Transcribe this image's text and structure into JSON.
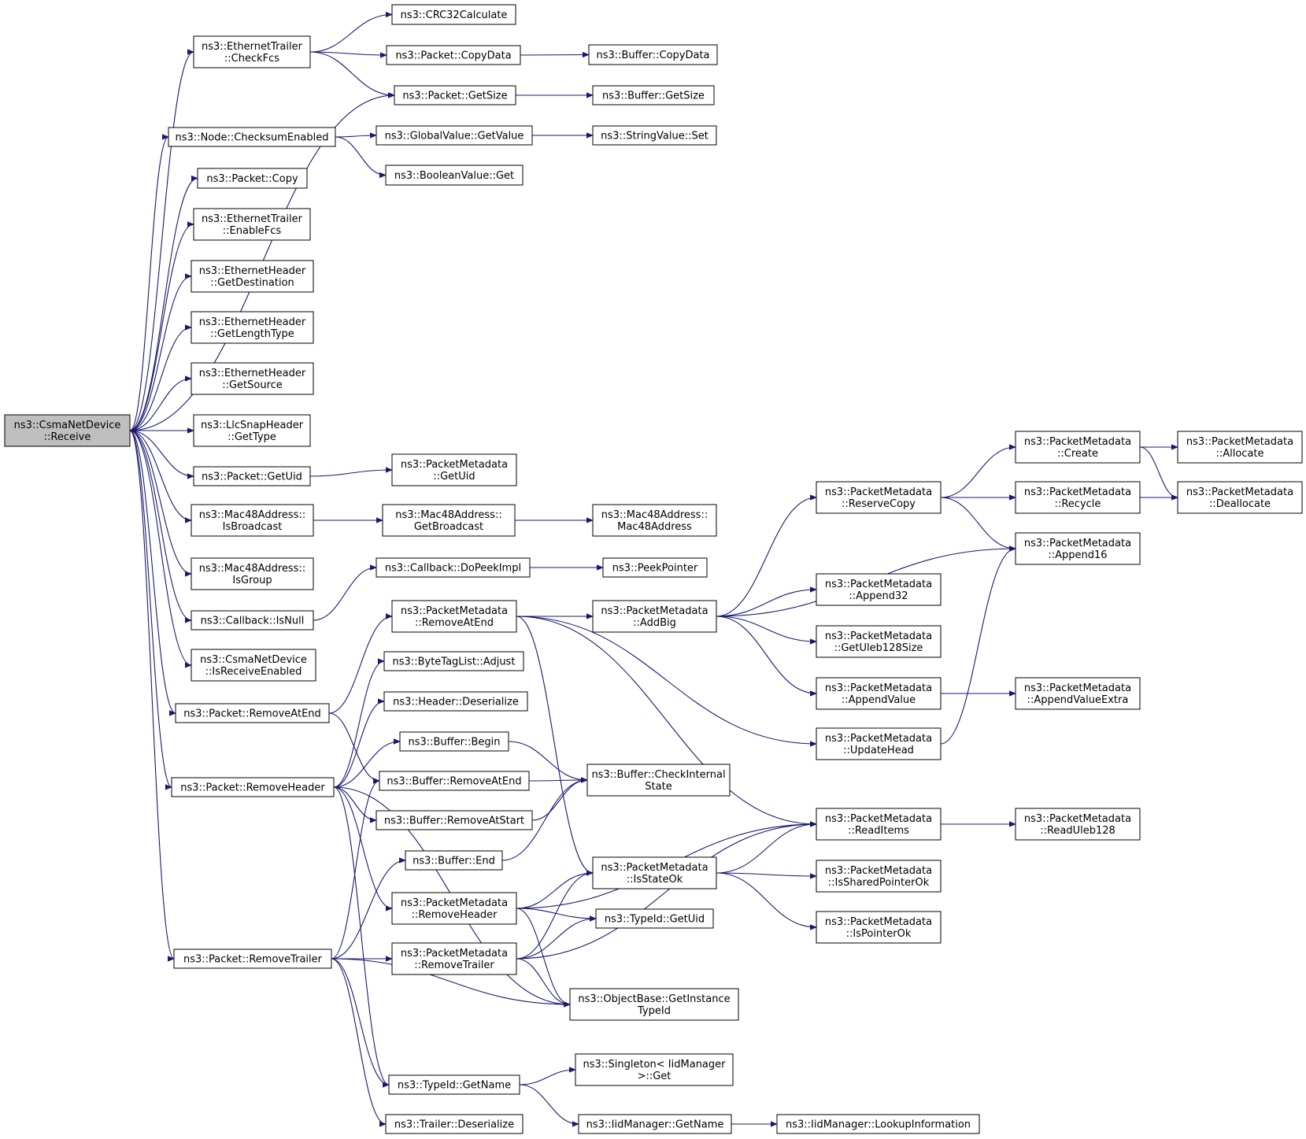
{
  "graph": {
    "nodes": [
      {
        "id": "root",
        "label": [
          "ns3::CsmaNetDevice",
          "::Receive"
        ],
        "root": true
      },
      {
        "id": "eth_checkfcs",
        "label": [
          "ns3::EthernetTrailer",
          "::CheckFcs"
        ]
      },
      {
        "id": "crc32",
        "label": [
          "ns3::CRC32Calculate"
        ]
      },
      {
        "id": "pkt_copydata",
        "label": [
          "ns3::Packet::CopyData"
        ]
      },
      {
        "id": "buf_copydata",
        "label": [
          "ns3::Buffer::CopyData"
        ]
      },
      {
        "id": "pkt_getsize",
        "label": [
          "ns3::Packet::GetSize"
        ]
      },
      {
        "id": "buf_getsize",
        "label": [
          "ns3::Buffer::GetSize"
        ]
      },
      {
        "id": "node_cksum",
        "label": [
          "ns3::Node::ChecksumEnabled"
        ]
      },
      {
        "id": "gv_getvalue",
        "label": [
          "ns3::GlobalValue::GetValue"
        ]
      },
      {
        "id": "sv_set",
        "label": [
          "ns3::StringValue::Set"
        ]
      },
      {
        "id": "bv_get",
        "label": [
          "ns3::BooleanValue::Get"
        ]
      },
      {
        "id": "pkt_copy",
        "label": [
          "ns3::Packet::Copy"
        ]
      },
      {
        "id": "eth_enablefcs",
        "label": [
          "ns3::EthernetTrailer",
          "::EnableFcs"
        ]
      },
      {
        "id": "eh_getdest",
        "label": [
          "ns3::EthernetHeader",
          "::GetDestination"
        ]
      },
      {
        "id": "eh_getlen",
        "label": [
          "ns3::EthernetHeader",
          "::GetLengthType"
        ]
      },
      {
        "id": "eh_getsrc",
        "label": [
          "ns3::EthernetHeader",
          "::GetSource"
        ]
      },
      {
        "id": "llc_gettype",
        "label": [
          "ns3::LlcSnapHeader",
          "::GetType"
        ]
      },
      {
        "id": "pkt_getuid",
        "label": [
          "ns3::Packet::GetUid"
        ]
      },
      {
        "id": "pm_getuid",
        "label": [
          "ns3::PacketMetadata",
          "::GetUid"
        ]
      },
      {
        "id": "mac_isbcast",
        "label": [
          "ns3::Mac48Address::",
          "IsBroadcast"
        ]
      },
      {
        "id": "mac_getbcast",
        "label": [
          "ns3::Mac48Address::",
          "GetBroadcast"
        ]
      },
      {
        "id": "mac_ctor",
        "label": [
          "ns3::Mac48Address::",
          "Mac48Address"
        ]
      },
      {
        "id": "mac_isgroup",
        "label": [
          "ns3::Mac48Address::",
          "IsGroup"
        ]
      },
      {
        "id": "cb_dopeek",
        "label": [
          "ns3::Callback::DoPeekImpl"
        ]
      },
      {
        "id": "peekptr",
        "label": [
          "ns3::PeekPointer"
        ]
      },
      {
        "id": "cb_isnull",
        "label": [
          "ns3::Callback::IsNull"
        ]
      },
      {
        "id": "csma_isrecv",
        "label": [
          "ns3::CsmaNetDevice",
          "::IsReceiveEnabled"
        ]
      },
      {
        "id": "pkt_removeatend",
        "label": [
          "ns3::Packet::RemoveAtEnd"
        ]
      },
      {
        "id": "pm_removeatend",
        "label": [
          "ns3::PacketMetadata",
          "::RemoveAtEnd"
        ]
      },
      {
        "id": "pm_addbig",
        "label": [
          "ns3::PacketMetadata",
          "::AddBig"
        ]
      },
      {
        "id": "btl_adjust",
        "label": [
          "ns3::ByteTagList::Adjust"
        ]
      },
      {
        "id": "hdr_deser",
        "label": [
          "ns3::Header::Deserialize"
        ]
      },
      {
        "id": "buf_begin",
        "label": [
          "ns3::Buffer::Begin"
        ]
      },
      {
        "id": "buf_removeatend",
        "label": [
          "ns3::Buffer::RemoveAtEnd"
        ]
      },
      {
        "id": "buf_check",
        "label": [
          "ns3::Buffer::CheckInternal",
          "State"
        ]
      },
      {
        "id": "buf_removeatstart",
        "label": [
          "ns3::Buffer::RemoveAtStart"
        ]
      },
      {
        "id": "pkt_removeheader",
        "label": [
          "ns3::Packet::RemoveHeader"
        ]
      },
      {
        "id": "buf_end",
        "label": [
          "ns3::Buffer::End"
        ]
      },
      {
        "id": "pm_removeheader",
        "label": [
          "ns3::PacketMetadata",
          "::RemoveHeader"
        ]
      },
      {
        "id": "pm_isstateok",
        "label": [
          "ns3::PacketMetadata",
          "::IsStateOk"
        ]
      },
      {
        "id": "typeid_getuid",
        "label": [
          "ns3::TypeId::GetUid"
        ]
      },
      {
        "id": "pkt_removetrailer",
        "label": [
          "ns3::Packet::RemoveTrailer"
        ]
      },
      {
        "id": "pm_removetrailer",
        "label": [
          "ns3::PacketMetadata",
          "::RemoveTrailer"
        ]
      },
      {
        "id": "ob_getinst",
        "label": [
          "ns3::ObjectBase::GetInstance",
          "TypeId"
        ]
      },
      {
        "id": "singleton_get",
        "label": [
          "ns3::Singleton< IidManager",
          ">::Get"
        ]
      },
      {
        "id": "typeid_getname",
        "label": [
          "ns3::TypeId::GetName"
        ]
      },
      {
        "id": "iid_getname",
        "label": [
          "ns3::IidManager::GetName"
        ]
      },
      {
        "id": "iid_lookup",
        "label": [
          "ns3::IidManager::LookupInformation"
        ]
      },
      {
        "id": "trl_deser",
        "label": [
          "ns3::Trailer::Deserialize"
        ]
      },
      {
        "id": "pm_reservecopy",
        "label": [
          "ns3::PacketMetadata",
          "::ReserveCopy"
        ]
      },
      {
        "id": "pm_create",
        "label": [
          "ns3::PacketMetadata",
          "::Create"
        ]
      },
      {
        "id": "pm_allocate",
        "label": [
          "ns3::PacketMetadata",
          "::Allocate"
        ]
      },
      {
        "id": "pm_recycle",
        "label": [
          "ns3::PacketMetadata",
          "::Recycle"
        ]
      },
      {
        "id": "pm_deallocate",
        "label": [
          "ns3::PacketMetadata",
          "::Deallocate"
        ]
      },
      {
        "id": "pm_append16",
        "label": [
          "ns3::PacketMetadata",
          "::Append16"
        ]
      },
      {
        "id": "pm_append32",
        "label": [
          "ns3::PacketMetadata",
          "::Append32"
        ]
      },
      {
        "id": "pm_getuleb",
        "label": [
          "ns3::PacketMetadata",
          "::GetUleb128Size"
        ]
      },
      {
        "id": "pm_appendvalue",
        "label": [
          "ns3::PacketMetadata",
          "::AppendValue"
        ]
      },
      {
        "id": "pm_appendvalueextra",
        "label": [
          "ns3::PacketMetadata",
          "::AppendValueExtra"
        ]
      },
      {
        "id": "pm_updatehead",
        "label": [
          "ns3::PacketMetadata",
          "::UpdateHead"
        ]
      },
      {
        "id": "pm_readitems",
        "label": [
          "ns3::PacketMetadata",
          "::ReadItems"
        ]
      },
      {
        "id": "pm_readuleb",
        "label": [
          "ns3::PacketMetadata",
          "::ReadUleb128"
        ]
      },
      {
        "id": "pm_issharedok",
        "label": [
          "ns3::PacketMetadata",
          "::IsSharedPointerOk"
        ]
      },
      {
        "id": "pm_ispointerok",
        "label": [
          "ns3::PacketMetadata",
          "::IsPointerOk"
        ]
      }
    ],
    "edges": [
      [
        "root",
        "eth_checkfcs"
      ],
      [
        "root",
        "pkt_getsize"
      ],
      [
        "root",
        "node_cksum"
      ],
      [
        "root",
        "pkt_copy"
      ],
      [
        "root",
        "eth_enablefcs"
      ],
      [
        "root",
        "eh_getdest"
      ],
      [
        "root",
        "eh_getlen"
      ],
      [
        "root",
        "eh_getsrc"
      ],
      [
        "root",
        "llc_gettype"
      ],
      [
        "root",
        "pkt_getuid"
      ],
      [
        "root",
        "mac_isbcast"
      ],
      [
        "root",
        "mac_isgroup"
      ],
      [
        "root",
        "cb_isnull"
      ],
      [
        "root",
        "csma_isrecv"
      ],
      [
        "root",
        "pkt_removeatend"
      ],
      [
        "root",
        "pkt_removeheader"
      ],
      [
        "root",
        "pkt_removetrailer"
      ],
      [
        "eth_checkfcs",
        "crc32"
      ],
      [
        "eth_checkfcs",
        "pkt_copydata"
      ],
      [
        "eth_checkfcs",
        "pkt_getsize"
      ],
      [
        "pkt_copydata",
        "buf_copydata"
      ],
      [
        "pkt_getsize",
        "buf_getsize"
      ],
      [
        "node_cksum",
        "gv_getvalue"
      ],
      [
        "node_cksum",
        "bv_get"
      ],
      [
        "gv_getvalue",
        "sv_set"
      ],
      [
        "pkt_getuid",
        "pm_getuid"
      ],
      [
        "mac_isbcast",
        "mac_getbcast"
      ],
      [
        "mac_getbcast",
        "mac_ctor"
      ],
      [
        "cb_isnull",
        "cb_dopeek"
      ],
      [
        "cb_dopeek",
        "peekptr"
      ],
      [
        "pkt_removeatend",
        "pm_removeatend"
      ],
      [
        "pkt_removeatend",
        "buf_removeatend"
      ],
      [
        "pm_removeatend",
        "pm_addbig"
      ],
      [
        "pm_removeatend",
        "pm_updatehead"
      ],
      [
        "pm_removeatend",
        "pm_readitems"
      ],
      [
        "pm_removeatend",
        "pm_isstateok"
      ],
      [
        "pm_addbig",
        "pm_reservecopy"
      ],
      [
        "pm_addbig",
        "pm_append16"
      ],
      [
        "pm_addbig",
        "pm_append32"
      ],
      [
        "pm_addbig",
        "pm_getuleb"
      ],
      [
        "pm_addbig",
        "pm_appendvalue"
      ],
      [
        "pm_reservecopy",
        "pm_create"
      ],
      [
        "pm_reservecopy",
        "pm_recycle"
      ],
      [
        "pm_reservecopy",
        "pm_append16"
      ],
      [
        "pm_create",
        "pm_allocate"
      ],
      [
        "pm_create",
        "pm_deallocate"
      ],
      [
        "pm_recycle",
        "pm_deallocate"
      ],
      [
        "pm_appendvalue",
        "pm_appendvalueextra"
      ],
      [
        "pm_updatehead",
        "pm_append16"
      ],
      [
        "pm_readitems",
        "pm_readuleb"
      ],
      [
        "pm_isstateok",
        "pm_readitems"
      ],
      [
        "pm_isstateok",
        "pm_issharedok"
      ],
      [
        "pm_isstateok",
        "pm_ispointerok"
      ],
      [
        "pkt_removeheader",
        "btl_adjust"
      ],
      [
        "pkt_removeheader",
        "hdr_deser"
      ],
      [
        "pkt_removeheader",
        "buf_begin"
      ],
      [
        "pkt_removeheader",
        "buf_removeatstart"
      ],
      [
        "pkt_removeheader",
        "pm_removeheader"
      ],
      [
        "pkt_removeheader",
        "ob_getinst"
      ],
      [
        "pkt_removeheader",
        "typeid_getname"
      ],
      [
        "buf_begin",
        "buf_check"
      ],
      [
        "buf_removeatend",
        "buf_check"
      ],
      [
        "buf_removeatstart",
        "buf_check"
      ],
      [
        "buf_end",
        "buf_check"
      ],
      [
        "pm_removeheader",
        "pm_readitems"
      ],
      [
        "pm_removeheader",
        "pm_isstateok"
      ],
      [
        "pm_removeheader",
        "typeid_getuid"
      ],
      [
        "pm_removeheader",
        "ob_getinst"
      ],
      [
        "pkt_removetrailer",
        "buf_removeatend"
      ],
      [
        "pkt_removetrailer",
        "buf_end"
      ],
      [
        "pkt_removetrailer",
        "pm_removetrailer"
      ],
      [
        "pkt_removetrailer",
        "ob_getinst"
      ],
      [
        "pkt_removetrailer",
        "typeid_getname"
      ],
      [
        "pkt_removetrailer",
        "trl_deser"
      ],
      [
        "pm_removetrailer",
        "pm_isstateok"
      ],
      [
        "pm_removetrailer",
        "typeid_getuid"
      ],
      [
        "pm_removetrailer",
        "ob_getinst"
      ],
      [
        "pm_removetrailer",
        "pm_readitems"
      ],
      [
        "typeid_getname",
        "singleton_get"
      ],
      [
        "typeid_getname",
        "iid_getname"
      ],
      [
        "iid_getname",
        "iid_lookup"
      ]
    ]
  }
}
